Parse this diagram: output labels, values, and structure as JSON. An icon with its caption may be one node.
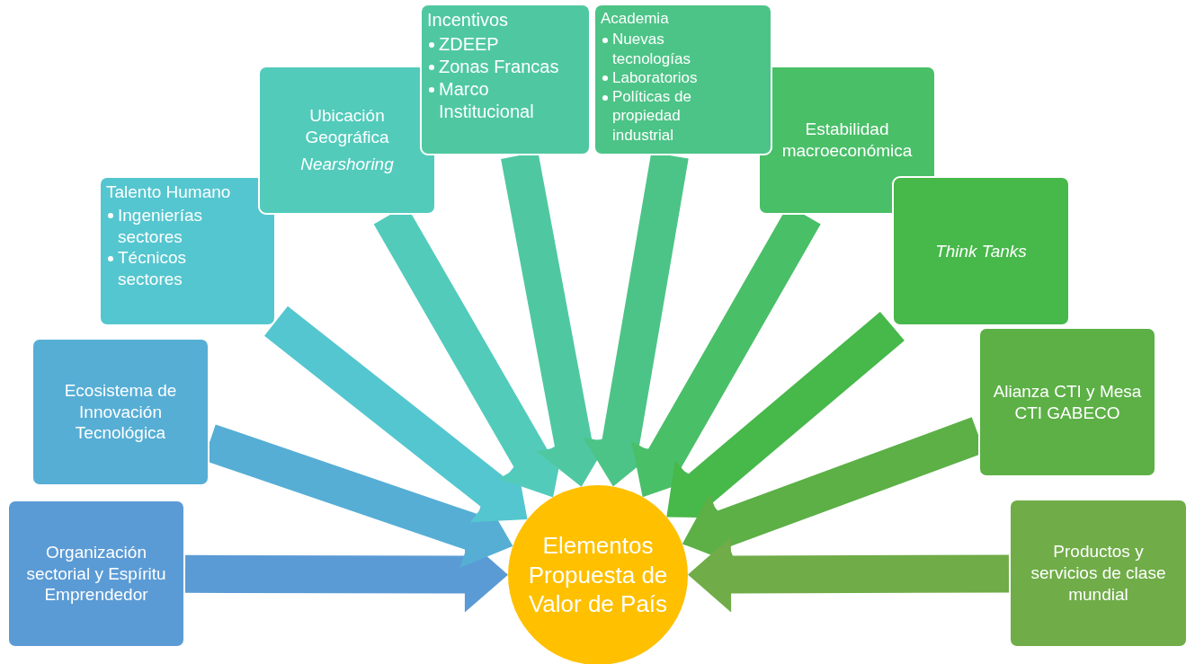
{
  "diagram": {
    "nodes": [
      {
        "text": [
          "Organización sectorial y Espíritu Emprendedor"
        ]
      },
      {
        "text": [
          "Ecosistema de Innovación Tecnológica"
        ]
      },
      {
        "text": [
          "Talento Humano",
          "Ingenierías sectores",
          "Técnicos sectores"
        ]
      },
      {
        "text": [
          "Ubicación Geográfica",
          "Nearshoring"
        ]
      },
      {
        "text": [
          "Incentivos",
          "ZDEEP",
          "Zonas Francas",
          "Marco Institucional"
        ]
      },
      {
        "text": [
          "Academia",
          "Nuevas tecnologías",
          "Laboratorios",
          "Políticas de propiedad industrial"
        ]
      },
      {
        "text": [
          "Estabilidad macroeconómica"
        ]
      },
      {
        "text": [
          "Think Tanks"
        ]
      },
      {
        "text": [
          "Alianza CTI y Mesa CTI GABECO"
        ]
      },
      {
        "text": [
          "Productos y servicios de clase mundial"
        ]
      },
      {
        "text": [
          "Elementos Propuesta de Valor de País"
        ]
      }
    ],
    "edges": [
      {
        "from": 0,
        "to": 10,
        "arrow": "to",
        "style": "thick",
        "color": "#5b9bd5"
      },
      {
        "from": 1,
        "to": 10,
        "arrow": "to",
        "style": "thick",
        "color": "#56aed5"
      },
      {
        "from": 2,
        "to": 10,
        "arrow": "to",
        "style": "thick",
        "color": "#54c6cf"
      },
      {
        "from": 3,
        "to": 10,
        "arrow": "to",
        "style": "thick",
        "color": "#52cbbb"
      },
      {
        "from": 4,
        "to": 10,
        "arrow": "to",
        "style": "thick",
        "color": "#4fc8a1"
      },
      {
        "from": 5,
        "to": 10,
        "arrow": "to",
        "style": "thick",
        "color": "#4cc487"
      },
      {
        "from": 6,
        "to": 10,
        "arrow": "to",
        "style": "thick",
        "color": "#49bf68"
      },
      {
        "from": 7,
        "to": 10,
        "arrow": "to",
        "style": "thick",
        "color": "#47b84a"
      },
      {
        "from": 8,
        "to": 10,
        "arrow": "to",
        "style": "thick",
        "color": "#5cb046"
      },
      {
        "from": 9,
        "to": 10,
        "arrow": "to",
        "style": "thick",
        "color": "#70ac48"
      }
    ]
  }
}
